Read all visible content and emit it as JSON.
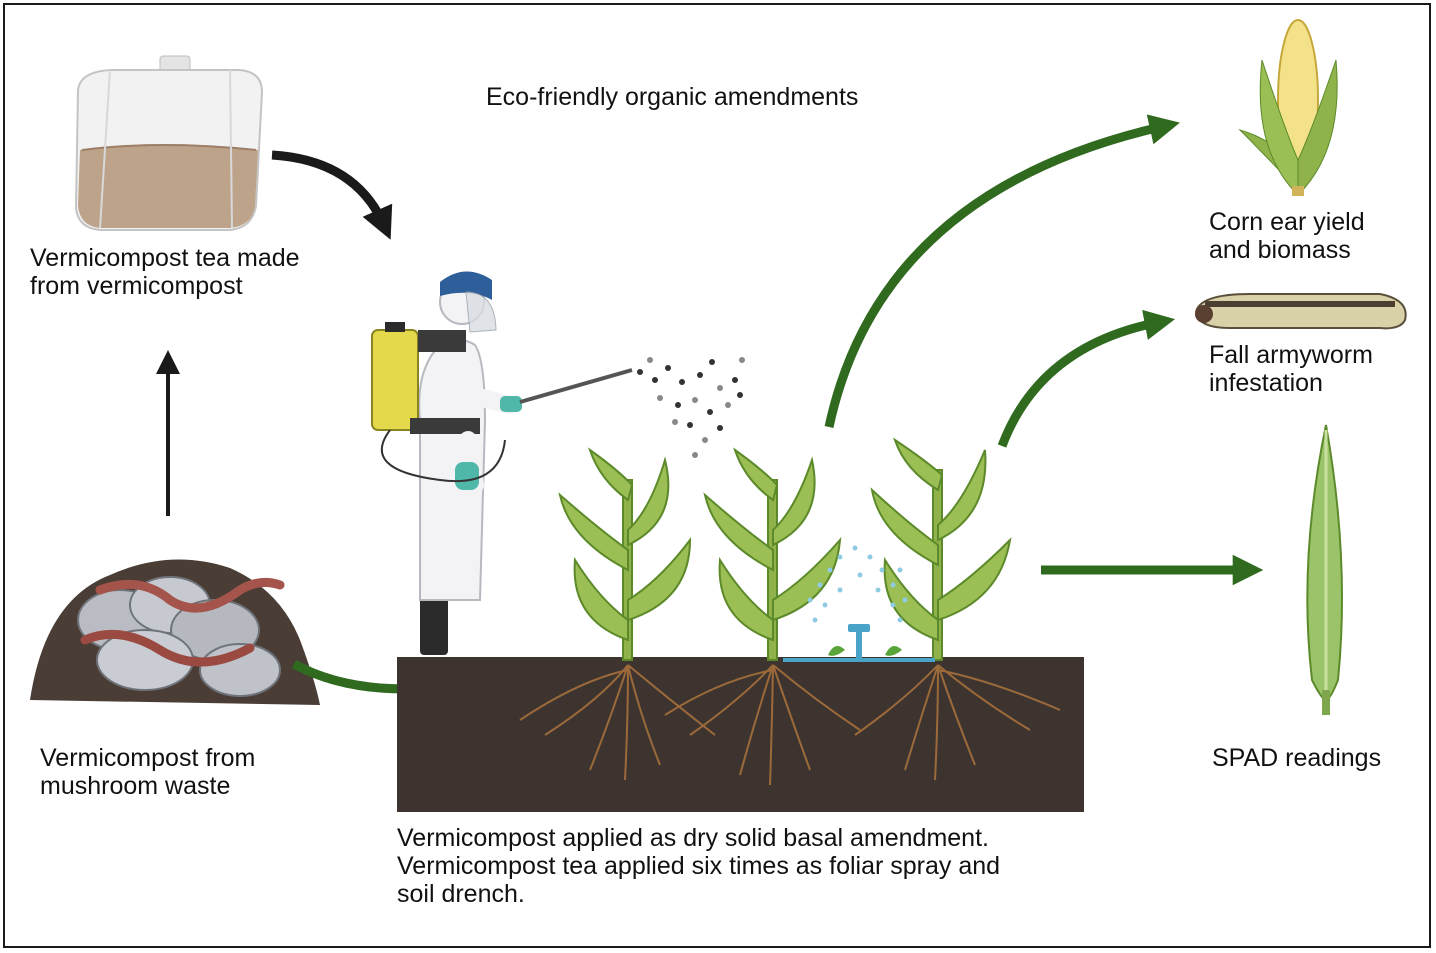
{
  "title": "Eco-friendly organic amendments",
  "labels": {
    "tea": "Vermicompost tea made\nfrom vermicompost",
    "mushroom": "Vermicompost from\nmushroom waste",
    "application": "Vermicompost applied as dry solid basal amendment.\nVermicompost tea applied six times as foliar spray and\nsoil drench.",
    "corn": "Corn ear yield\nand biomass",
    "armyworm": "Fall armyworm\ninfestation",
    "spad": "SPAD readings"
  },
  "colors": {
    "green_arrow": "#2f6a1f",
    "black_arrow": "#1a1a1a",
    "soil": "#3d3430",
    "root": "#9c6a3a",
    "leaf": "#8fb34a",
    "tea_liquid": "#b89a80"
  }
}
